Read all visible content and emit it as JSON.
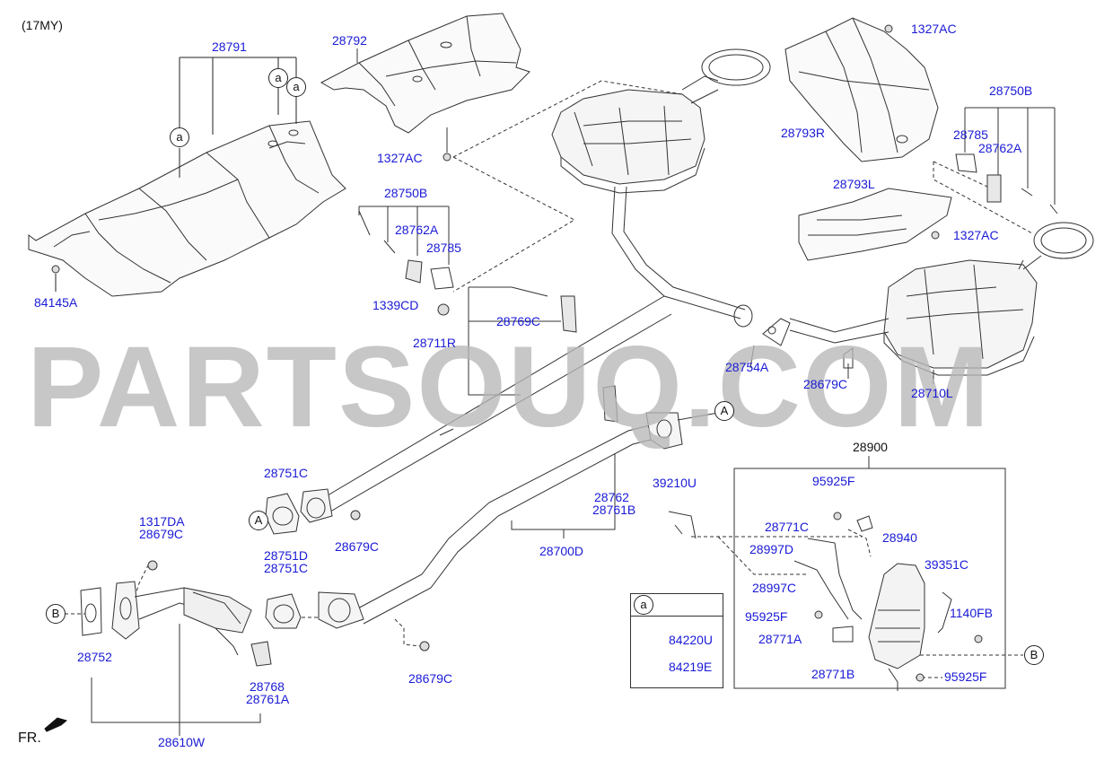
{
  "model_year": "(17MY)",
  "watermark": "PARTSOUQ.COM",
  "front_indicator": "FR.",
  "callouts": {
    "a": "a",
    "A": "A",
    "B": "B"
  },
  "legend": {
    "key": "a",
    "items": [
      "84220U",
      "84219E"
    ]
  },
  "part_labels": {
    "p28791": "28791",
    "p28792": "28792",
    "p1327AC_1": "1327AC",
    "p84145A": "84145A",
    "p28750B_1": "28750B",
    "p28762A_1": "28762A",
    "p28785_1": "28785",
    "p1339CD": "1339CD",
    "p28769C": "28769C",
    "p28711R": "28711R",
    "p1327AC_2": "1327AC",
    "p28793R": "28793R",
    "p28750B_2": "28750B",
    "p28785_2": "28785",
    "p28762A_2": "28762A",
    "p28793L": "28793L",
    "p1327AC_3": "1327AC",
    "p28754A": "28754A",
    "p28679C_1": "28679C",
    "p28710L": "28710L",
    "p28751C_1": "28751C",
    "p28679C_2": "28679C",
    "p28762": "28762",
    "p28761B": "28761B",
    "p28700D": "28700D",
    "p39210U": "39210U",
    "p28900": "28900",
    "p95925F_1": "95925F",
    "p28771C": "28771C",
    "p28940": "28940",
    "p28997D": "28997D",
    "p39351C": "39351C",
    "p28997C": "28997C",
    "p95925F_2": "95925F",
    "p1140FB": "1140FB",
    "p28771A": "28771A",
    "p28771B": "28771B",
    "p95925F_3": "95925F",
    "p1317DA": "1317DA",
    "p28679C_3": "28679C",
    "p28751D": "28751D",
    "p28751C_2": "28751C",
    "p28752": "28752",
    "p28768": "28768",
    "p28761A": "28761A",
    "p28679C_4": "28679C",
    "p28610W": "28610W"
  }
}
